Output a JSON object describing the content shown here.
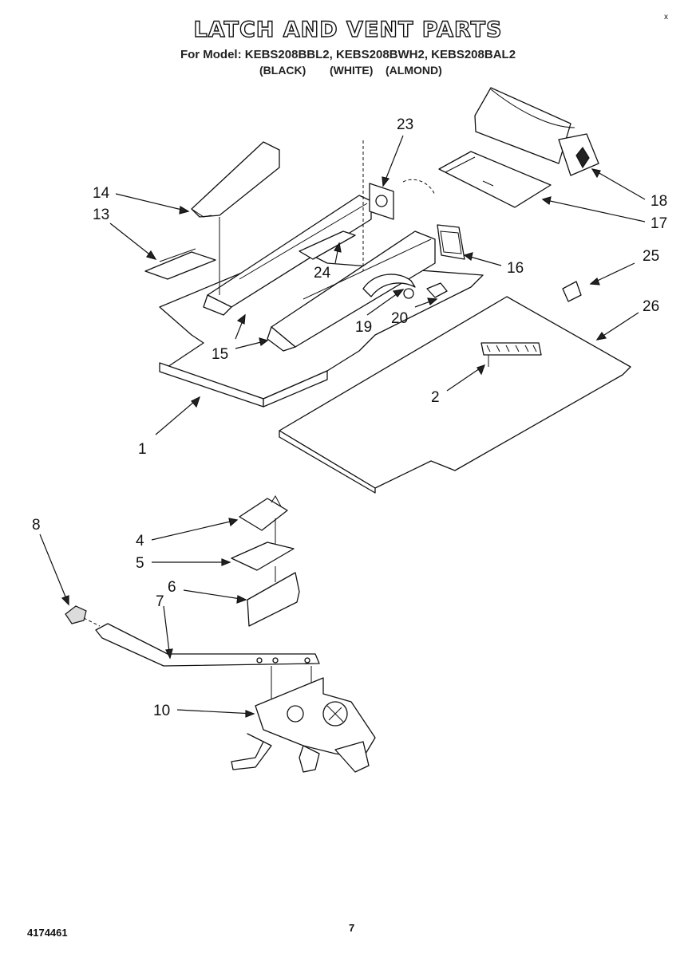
{
  "header": {
    "title": "LATCH AND VENT PARTS",
    "subtitle": "For Model: KEBS208BBL2, KEBS208BWH2, KEBS208BAL2",
    "color_black": "(BLACK)",
    "color_white": "(WHITE)",
    "color_almond": "(ALMOND)"
  },
  "callouts": {
    "c1": "1",
    "c2": "2",
    "c4": "4",
    "c5": "5",
    "c6": "6",
    "c7": "7",
    "c8": "8",
    "c10": "10",
    "c13": "13",
    "c14": "14",
    "c15": "15",
    "c16": "16",
    "c17": "17",
    "c18": "18",
    "c19": "19",
    "c20": "20",
    "c23": "23",
    "c24": "24",
    "c25": "25",
    "c26": "26"
  },
  "footer": {
    "doc_number": "4174461",
    "page_number": "7"
  }
}
